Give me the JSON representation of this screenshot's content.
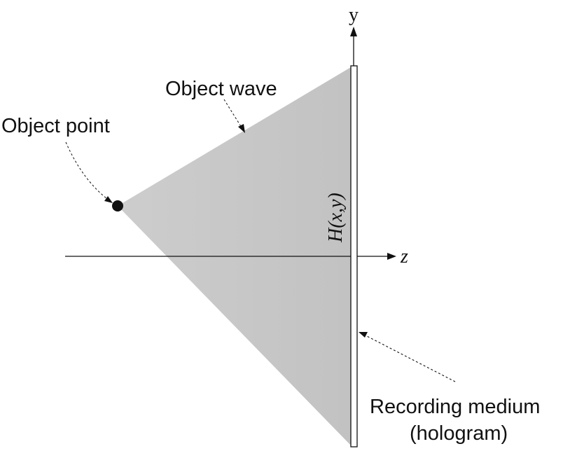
{
  "labels": {
    "axis_y": "y",
    "axis_z": "z",
    "object_point": "Object point",
    "object_wave": "Object wave",
    "hologram_function": "H(x,y)",
    "recording_medium_line1": "Recording medium",
    "recording_medium_line2": "(hologram)"
  },
  "colors": {
    "wave_fill": "#c8c8c8",
    "ink": "#111111",
    "medium_fill": "#ffffff"
  }
}
